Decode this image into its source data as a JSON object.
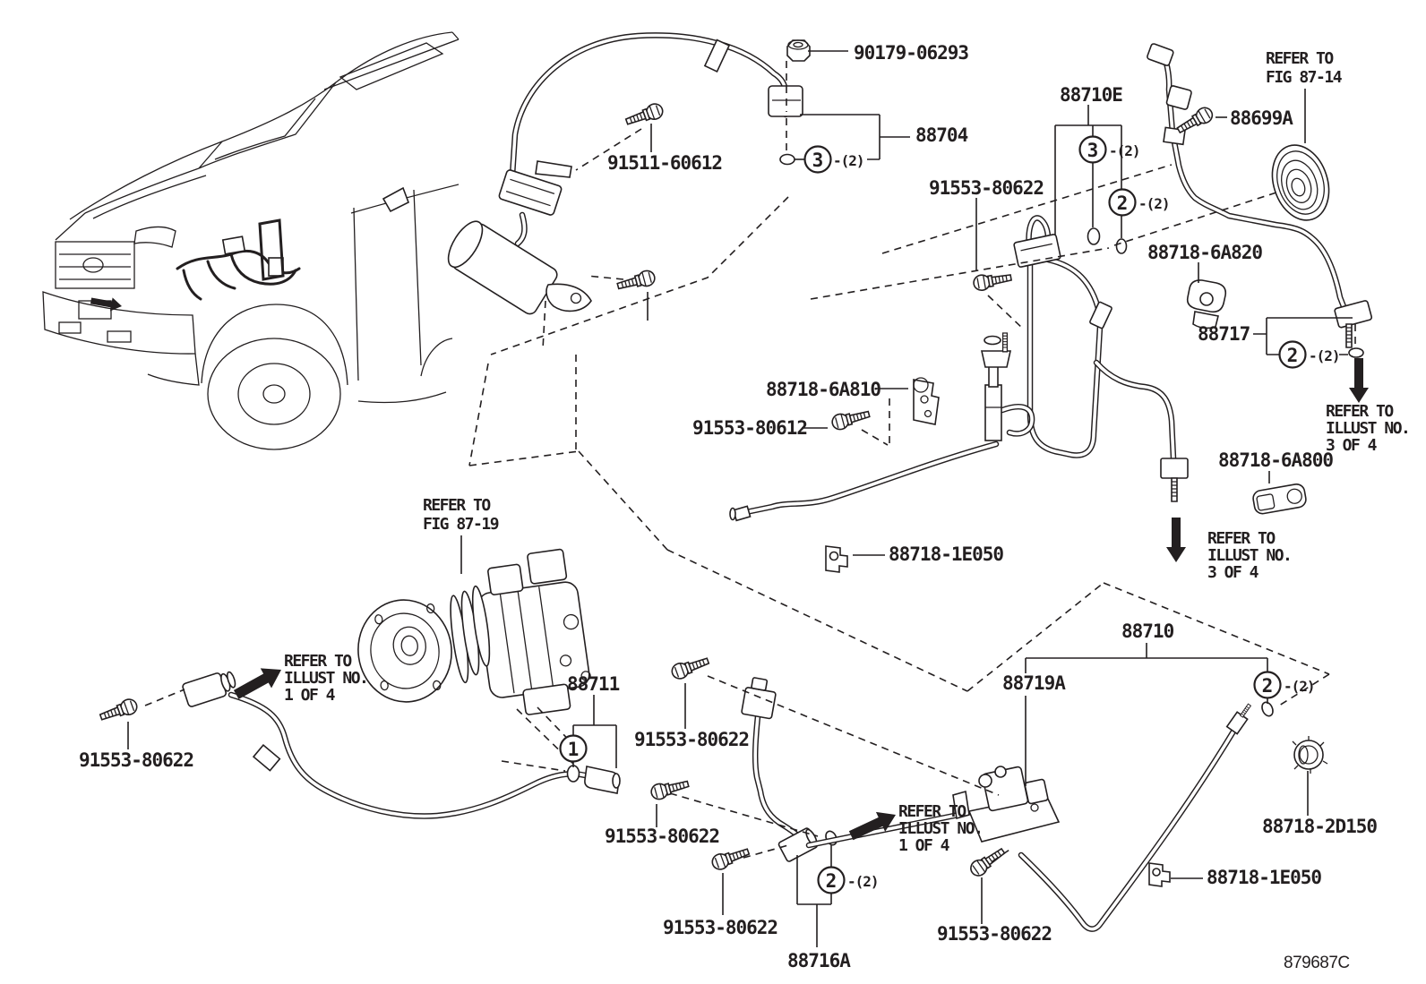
{
  "diagram": {
    "background_color": "#ffffff",
    "line_color": "#231f20",
    "footer_code": "879687C",
    "parts": {
      "p90179": "90179-06293",
      "p88704": "88704",
      "p91511": "91511-60612",
      "p88710e": "88710E",
      "p88699a": "88699A",
      "p91553_center_top": "91553-80622",
      "p88718_6a820": "88718-6A820",
      "p88717": "88717",
      "p88718_6a810": "88718-6A810",
      "p91553_80612": "91553-80612",
      "p88718_6a800": "88718-6A800",
      "p88718_1e050_mid": "88718-1E050",
      "p88711": "88711",
      "p91553_cluster_top": "91553-80622",
      "p91553_left": "91553-80622",
      "p91553_cluster_mid": "91553-80622",
      "p88710": "88710",
      "p88719a": "88719A",
      "p91553_cluster_bot": "91553-80622",
      "p88716a": "88716A",
      "p91553_valve": "91553-80622",
      "p88718_2d150": "88718-2D150",
      "p88718_1e050_br": "88718-1E050"
    },
    "notes": {
      "fig87_14": [
        "REFER TO",
        "FIG 87-14"
      ],
      "fig87_19": [
        "REFER TO",
        "FIG 87-19"
      ],
      "illust3of4_right": [
        "REFER TO",
        "ILLUST NO.",
        "3 OF 4"
      ],
      "illust3of4_center": [
        "REFER TO",
        "ILLUST NO.",
        "3 OF 4"
      ],
      "illust1of4_left": [
        "REFER TO",
        "ILLUST NO.",
        "1 OF 4"
      ],
      "illust1of4_bottom": [
        "REFER TO",
        "ILLUST NO.",
        "1 OF 4"
      ]
    },
    "callouts": {
      "c3_top": {
        "num": "3",
        "qty": "-(2)"
      },
      "c3_mid": {
        "num": "3",
        "qty": "-(2)"
      },
      "c2_mid": {
        "num": "2",
        "qty": "-(2)"
      },
      "c2_right": {
        "num": "2",
        "qty": "-(2)"
      },
      "c1_hose": {
        "num": "1",
        "qty": ""
      },
      "c2_bottom": {
        "num": "2",
        "qty": "-(2)"
      },
      "c2_pipe": {
        "num": "2",
        "qty": "-(2)"
      }
    }
  }
}
